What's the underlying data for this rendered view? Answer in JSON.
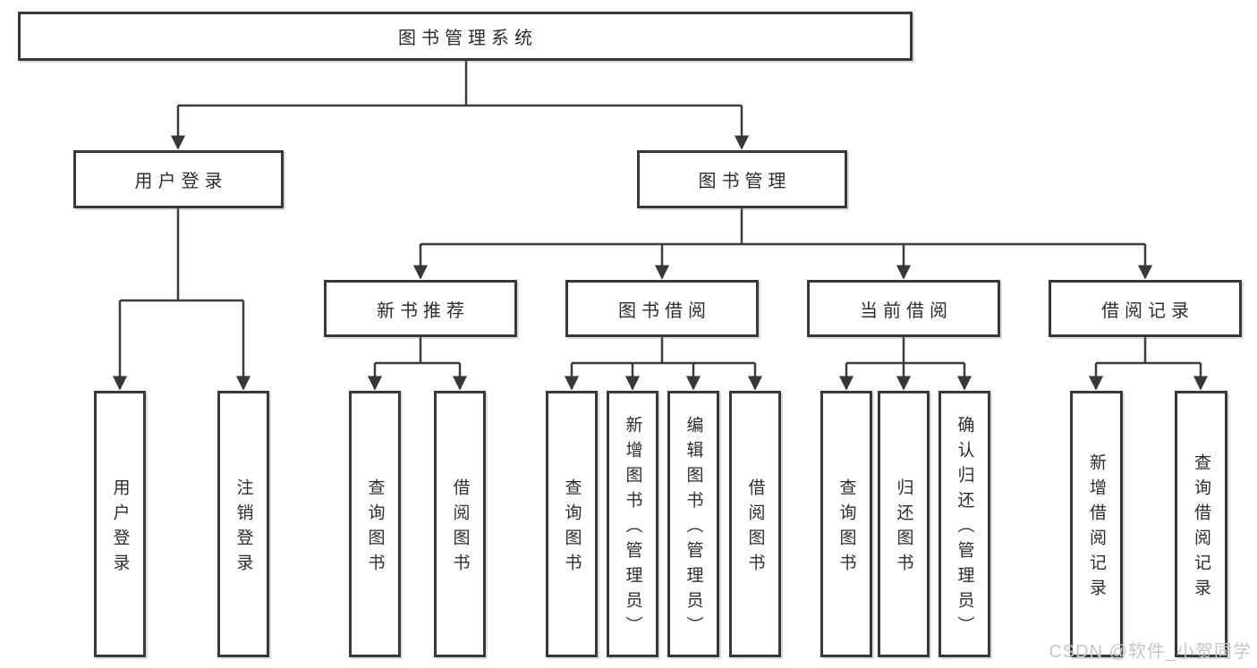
{
  "tree": {
    "root": {
      "label": "图书管理系统"
    },
    "branches": [
      {
        "label": "用户登录",
        "children": [
          {
            "label": "用户登录"
          },
          {
            "label": "注销登录"
          }
        ]
      },
      {
        "label": "图书管理",
        "children": [
          {
            "label": "新书推荐",
            "children": [
              {
                "label": "查询图书"
              },
              {
                "label": "借阅图书"
              }
            ]
          },
          {
            "label": "图书借阅",
            "children": [
              {
                "label": "查询图书"
              },
              {
                "label": "新增图书（管理员）"
              },
              {
                "label": "编辑图书（管理员）"
              },
              {
                "label": "借阅图书"
              }
            ]
          },
          {
            "label": "当前借阅",
            "children": [
              {
                "label": "查询图书"
              },
              {
                "label": "归还图书"
              },
              {
                "label": "确认归还（管理员）"
              }
            ]
          },
          {
            "label": "借阅记录",
            "children": [
              {
                "label": "新增借阅记录"
              },
              {
                "label": "查询借阅记录"
              }
            ]
          }
        ]
      }
    ]
  },
  "watermark": {
    "text": "CSDN @软件_小贺同学"
  },
  "colors": {
    "line": "#3b3b3b",
    "box_border": "#383838",
    "box_background": "#ffffff",
    "text": "#2d2d2d",
    "watermark": "#c6c6c6"
  }
}
